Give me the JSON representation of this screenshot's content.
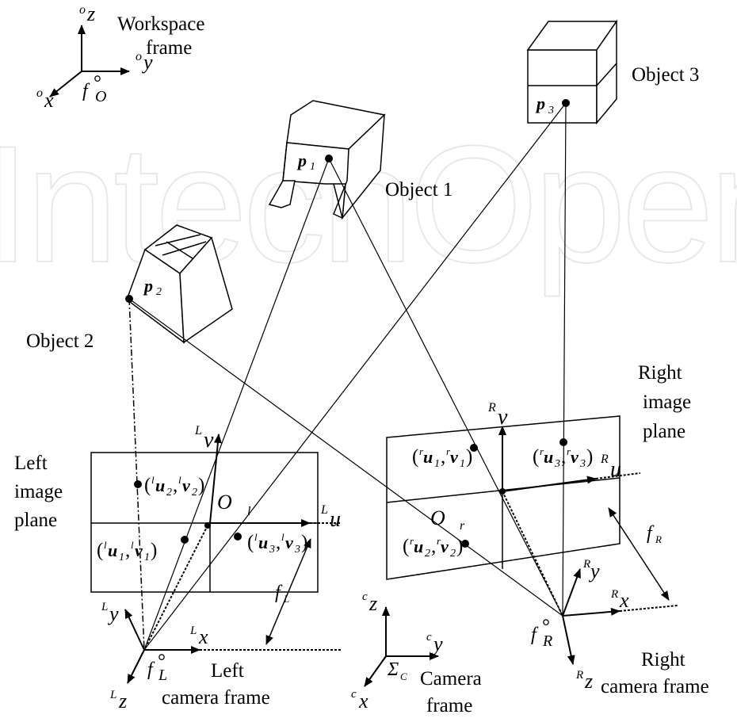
{
  "watermark": "IntechOpen",
  "workspace": {
    "title_line1": "Workspace",
    "title_line2": "frame",
    "z": "z",
    "y": "y",
    "x": "x",
    "sup": "o",
    "f_origin": "f",
    "f_sub": "O"
  },
  "objects": {
    "object1": {
      "label": "Object 1",
      "point": "p",
      "point_sub": "1"
    },
    "object2": {
      "label": "Object 2",
      "point": "p",
      "point_sub": "2"
    },
    "object3": {
      "label": "Object 3",
      "point": "p",
      "point_sub": "3"
    }
  },
  "left_plane": {
    "label_line1": "Left",
    "label_line2": "image",
    "label_line3": "plane",
    "v_axis": "v",
    "u_axis": "u",
    "axis_sup": "L",
    "origin": "O",
    "origin_sub": "l",
    "pt1": {
      "open": "(",
      "u": "u",
      "u_sub": "1",
      "comma": ",",
      "v": "v",
      "v_sub": "1",
      "close": ")",
      "sup": "l"
    },
    "pt2": {
      "open": "(",
      "u": "u",
      "u_sub": "2",
      "comma": ",",
      "v": "v",
      "v_sub": "2",
      "close": ")",
      "sup": "l"
    },
    "pt3": {
      "open": "(",
      "u": "u",
      "u_sub": "3",
      "comma": ",",
      "v": "v",
      "v_sub": "3",
      "close": ")",
      "sup": "l"
    }
  },
  "right_plane": {
    "label_line1": "Right",
    "label_line2": "image",
    "label_line3": "plane",
    "v_axis": "v",
    "u_axis": "u",
    "axis_sup": "R",
    "origin": "O",
    "origin_sub": "r",
    "pt1": {
      "open": "(",
      "u": "u",
      "u_sub": "1",
      "comma": ",",
      "v": "v",
      "v_sub": "1",
      "close": ")",
      "sup": "r"
    },
    "pt2": {
      "open": "(",
      "u": "u",
      "u_sub": "2",
      "comma": ",",
      "v": "v",
      "v_sub": "2",
      "close": ")",
      "sup": "r"
    },
    "pt3": {
      "open": "(",
      "u": "u",
      "u_sub": "3",
      "comma": ",",
      "v": "v",
      "v_sub": "3",
      "close": ")",
      "sup": "r"
    }
  },
  "left_camera": {
    "label_line1": "Left",
    "label_line2": "camera frame",
    "x": "x",
    "y": "y",
    "z": "z",
    "sup": "L",
    "f_origin": "f",
    "f_sub": "L",
    "focal": "f",
    "focal_sub": "L"
  },
  "right_camera": {
    "label_line1": "Right",
    "label_line2": "camera frame",
    "x": "x",
    "y": "y",
    "z": "z",
    "sup": "R",
    "f_origin": "f",
    "f_sub": "R",
    "focal": "f",
    "focal_sub": "R"
  },
  "camera_frame": {
    "label_line1": "Camera",
    "label_line2": "frame",
    "x": "x",
    "y": "y",
    "z": "z",
    "sup": "c",
    "sigma": "Σ",
    "sigma_sub": "C"
  }
}
